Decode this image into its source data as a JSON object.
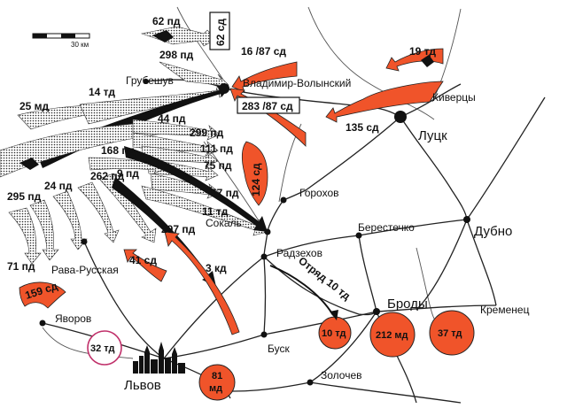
{
  "scale": {
    "label": "30 км"
  },
  "german_units": {
    "u62pd": "62 пд",
    "u298pd": "298 пд",
    "u25md": "25 мд",
    "u14td": "14 тд",
    "u44pd": "44 пд",
    "u299pd": "299 пд",
    "u168pd": "168 пд",
    "u111pd": "111 пд",
    "u75pd": "75 пд",
    "u57pd": "57 пд",
    "u262pd": "262 пд",
    "u9pd": "9 пд",
    "u295pd": "295 пд",
    "u24pd": "24 пд",
    "u297pd": "297 пд",
    "u71pd": "71 пд",
    "u11td": "11 тд"
  },
  "soviet_units": {
    "u62sd": "62 сд",
    "u16_87sd": "16 /87 сд",
    "u283_87sd": "283 /87 сд",
    "u124sd": "124 сд",
    "u19td": "19 тд",
    "u135sd": "135 сд",
    "u41sd": "41 сд",
    "u3kd": "3 кд",
    "u159sd": "159 сд",
    "u32td": "32 тд",
    "u81md": "81",
    "u81md_2": "мд",
    "u10td": "10 тд",
    "u212md": "212 мд",
    "u37td": "37 тд",
    "detachment": "Отряд 10 тд"
  },
  "cities": {
    "hrubieszow": "Грубешув",
    "vladimir": "Владимир-Волынский",
    "kivertsy": "Киверцы",
    "lutsk": "Луцк",
    "gorokhov": "Горохов",
    "sokal": "Сокаль",
    "berestechko": "Берестечко",
    "dubno": "Дубно",
    "radzekhov": "Радзехов",
    "rava": "Рава-Русская",
    "brody": "Броды",
    "kremenets": "Кременец",
    "yavorov": "Яворов",
    "busk": "Буск",
    "lvov": "Львов",
    "zolochev": "Золочев"
  },
  "colors": {
    "soviet_red": "#f0542a",
    "german_dots": "#2a2a2a",
    "dubno_label": "#c0306a",
    "td32_ring": "#c0306a"
  }
}
